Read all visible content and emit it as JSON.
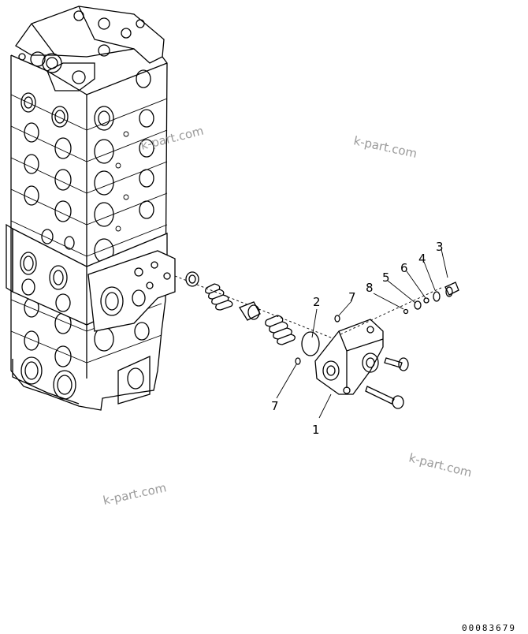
{
  "callouts": {
    "c1": "1",
    "c2": "2",
    "c3": "3",
    "c4": "4",
    "c5": "5",
    "c6": "6",
    "c7a": "7",
    "c7b": "7",
    "c8": "8"
  },
  "watermarks": [
    "k-part.com",
    "k-part.com",
    "k-part.com",
    "k-part.com"
  ],
  "drawing_code": "00083679"
}
